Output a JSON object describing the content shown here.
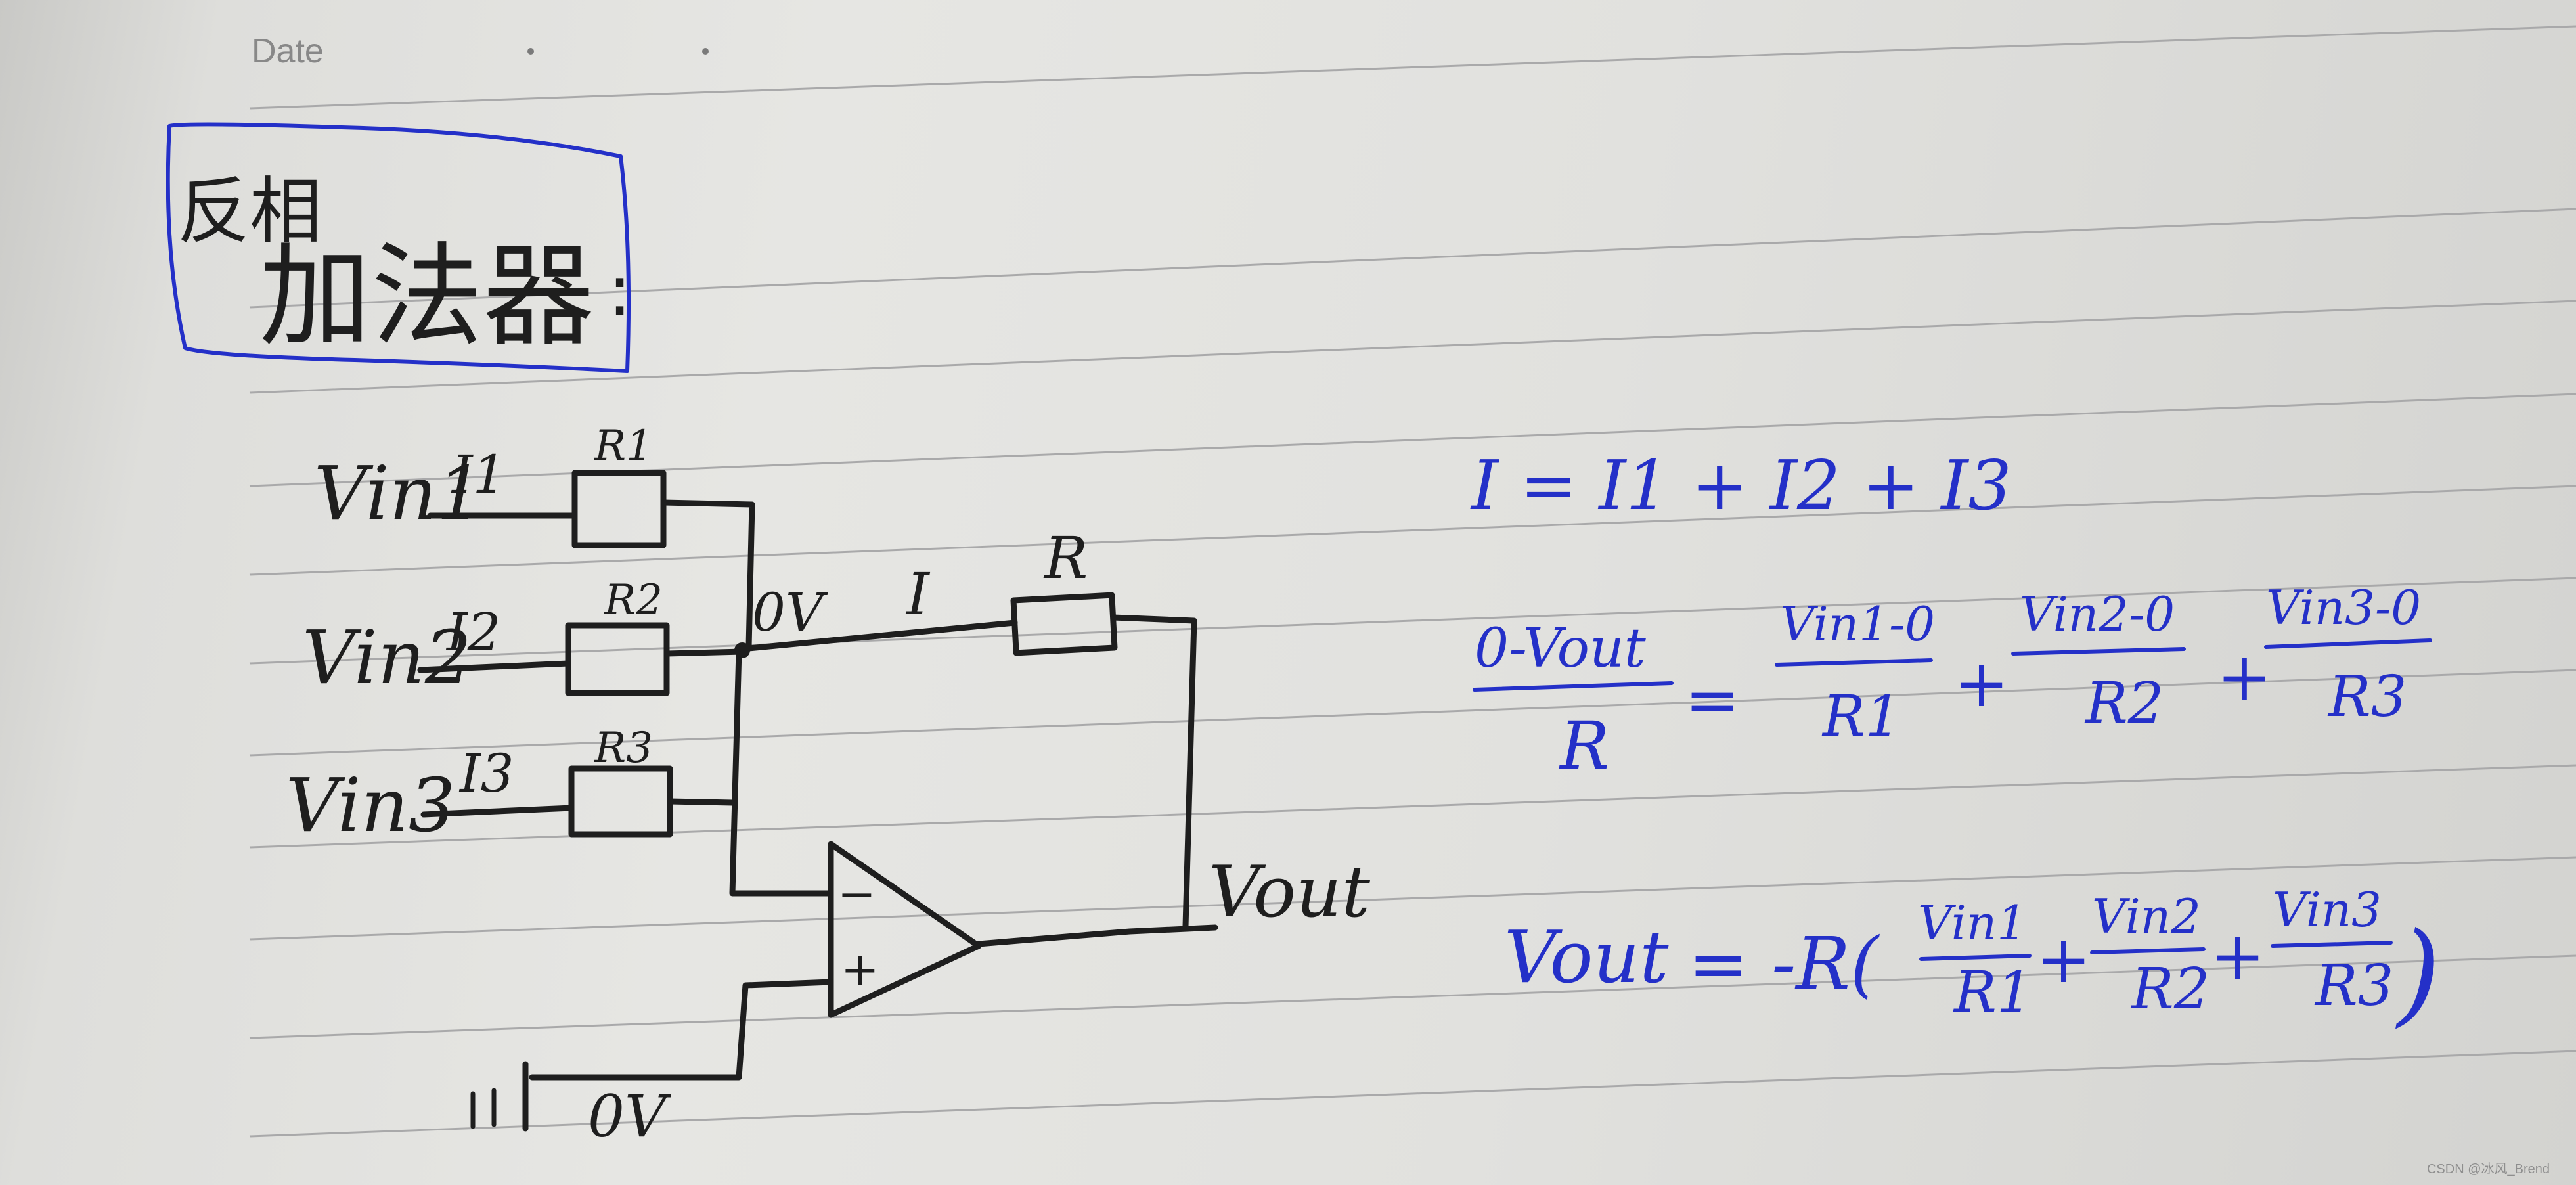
{
  "header": {
    "date_label": "Date"
  },
  "title": {
    "text": "加法器",
    "strikeout": "反相",
    "colon": ":"
  },
  "circuit": {
    "inputs": [
      {
        "source": "Vin1",
        "current": "I1",
        "resistor": "R1"
      },
      {
        "source": "Vin2",
        "current": "I2",
        "resistor": "R2"
      },
      {
        "source": "Vin3",
        "current": "I3",
        "resistor": "R3"
      }
    ],
    "node_label": "0V",
    "feedback_current": "I",
    "feedback_resistor": "R",
    "opamp_minus": "−",
    "opamp_plus": "+",
    "output_label": "Vout",
    "ground_label": "0V"
  },
  "equations": {
    "eq1": "I = I1 + I2 + I3",
    "eq2_lhs_num": "0-Vout",
    "eq2_lhs_den": "R",
    "eq2_terms": [
      {
        "num": "Vin1-0",
        "den": "R1"
      },
      {
        "num": "Vin2-0",
        "den": "R2"
      },
      {
        "num": "Vin3-0",
        "den": "R3"
      }
    ],
    "eq3_lhs": "Vout",
    "eq3_prefix": "= -R(",
    "eq3_terms": [
      {
        "num": "Vin1",
        "den": "R1"
      },
      {
        "num": "Vin2",
        "den": "R2"
      },
      {
        "num": "Vin3",
        "den": "R3"
      }
    ],
    "eq3_suffix": ")"
  },
  "colors": {
    "pencil": "#1e1e1e",
    "pen": "#2430c8",
    "paper": "#e4e4e1"
  },
  "watermark": "CSDN @冰风_Brend"
}
